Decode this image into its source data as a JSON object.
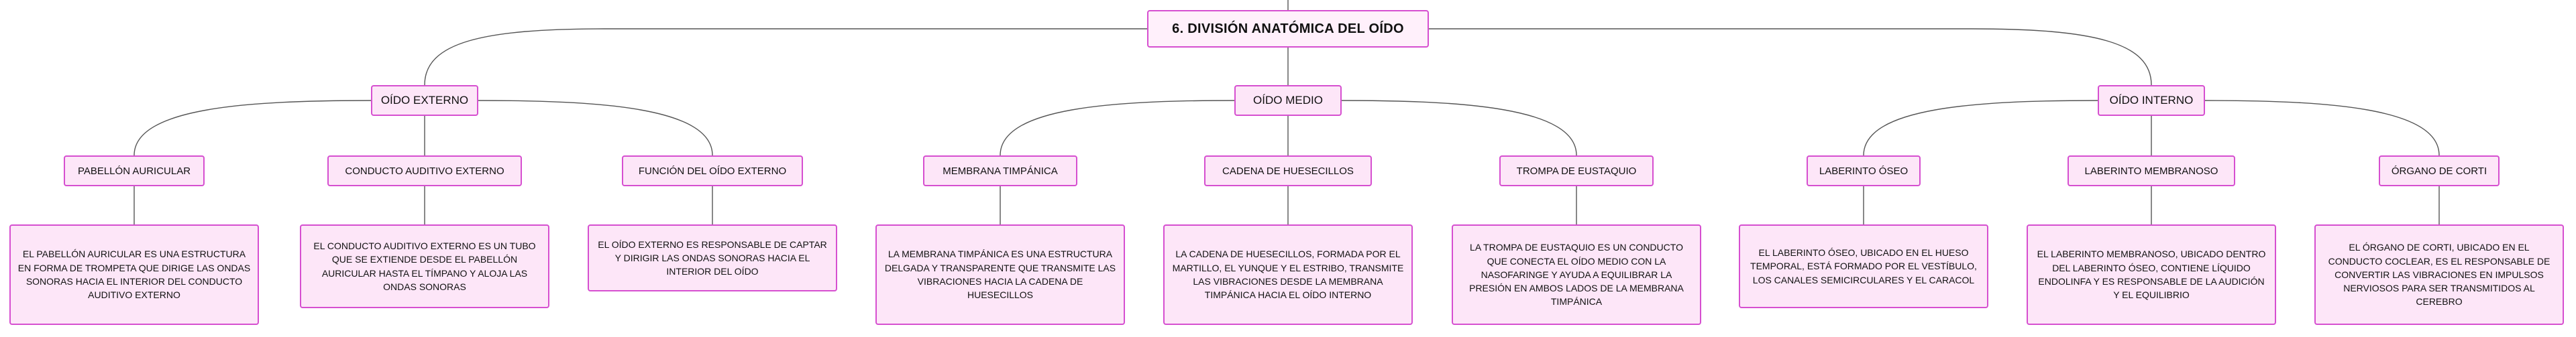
{
  "root": {
    "label": "6. DIVISIÓN ANATÓMICA DEL OÍDO"
  },
  "branches": [
    {
      "label": "OÍDO EXTERNO",
      "children": [
        {
          "label": "PABELLÓN AURICULAR",
          "description": "EL PABELLÓN AURICULAR ES UNA ESTRUCTURA EN FORMA DE TROMPETA QUE DIRIGE LAS ONDAS SONORAS HACIA EL INTERIOR DEL CONDUCTO AUDITIVO EXTERNO"
        },
        {
          "label": "CONDUCTO AUDITIVO EXTERNO",
          "description": "EL CONDUCTO AUDITIVO EXTERNO ES UN TUBO QUE SE EXTIENDE DESDE EL PABELLÓN AURICULAR HASTA EL TÍMPANO Y ALOJA LAS ONDAS SONORAS"
        },
        {
          "label": "FUNCIÓN DEL OÍDO EXTERNO",
          "description": "EL OÍDO EXTERNO ES RESPONSABLE DE CAPTAR Y DIRIGIR LAS ONDAS SONORAS HACIA EL INTERIOR DEL OÍDO"
        }
      ]
    },
    {
      "label": "OÍDO MEDIO",
      "children": [
        {
          "label": "MEMBRANA TIMPÁNICA",
          "description": "LA MEMBRANA TIMPÁNICA ES UNA ESTRUCTURA DELGADA Y TRANSPARENTE QUE TRANSMITE LAS VIBRACIONES HACIA LA CADENA DE HUESECILLOS"
        },
        {
          "label": "CADENA DE HUESECILLOS",
          "description": "LA CADENA DE HUESECILLOS, FORMADA POR EL MARTILLO, EL YUNQUE Y EL ESTRIBO, TRANSMITE LAS VIBRACIONES DESDE LA MEMBRANA TIMPÁNICA HACIA EL OÍDO INTERNO"
        },
        {
          "label": "TROMPA DE EUSTAQUIO",
          "description": "LA TROMPA DE EUSTAQUIO ES UN CONDUCTO QUE CONECTA EL OÍDO MEDIO CON LA NASOFARINGE Y AYUDA A EQUILIBRAR LA PRESIÓN EN AMBOS LADOS DE LA MEMBRANA TIMPÁNICA"
        }
      ]
    },
    {
      "label": "OÍDO INTERNO",
      "children": [
        {
          "label": "LABERINTO ÓSEO",
          "description": "EL LABERINTO ÓSEO, UBICADO EN EL HUESO TEMPORAL, ESTÁ FORMADO POR EL VESTÍBULO, LOS CANALES SEMICIRCULARES Y EL CARACOL"
        },
        {
          "label": "LABERINTO MEMBRANOSO",
          "description": "EL LABERINTO MEMBRANOSO, UBICADO DENTRO DEL LABERINTO ÓSEO, CONTIENE LÍQUIDO ENDOLINFA Y ES RESPONSABLE DE LA AUDICIÓN Y EL EQUILIBRIO"
        },
        {
          "label": "ÓRGANO DE CORTI",
          "description": "EL ÓRGANO DE CORTI, UBICADO EN EL CONDUCTO COCLEAR, ES EL RESPONSABLE DE CONVERTIR LAS VIBRACIONES EN IMPULSOS NERVIOSOS PARA SER TRANSMITIDOS AL CEREBRO"
        }
      ]
    }
  ]
}
